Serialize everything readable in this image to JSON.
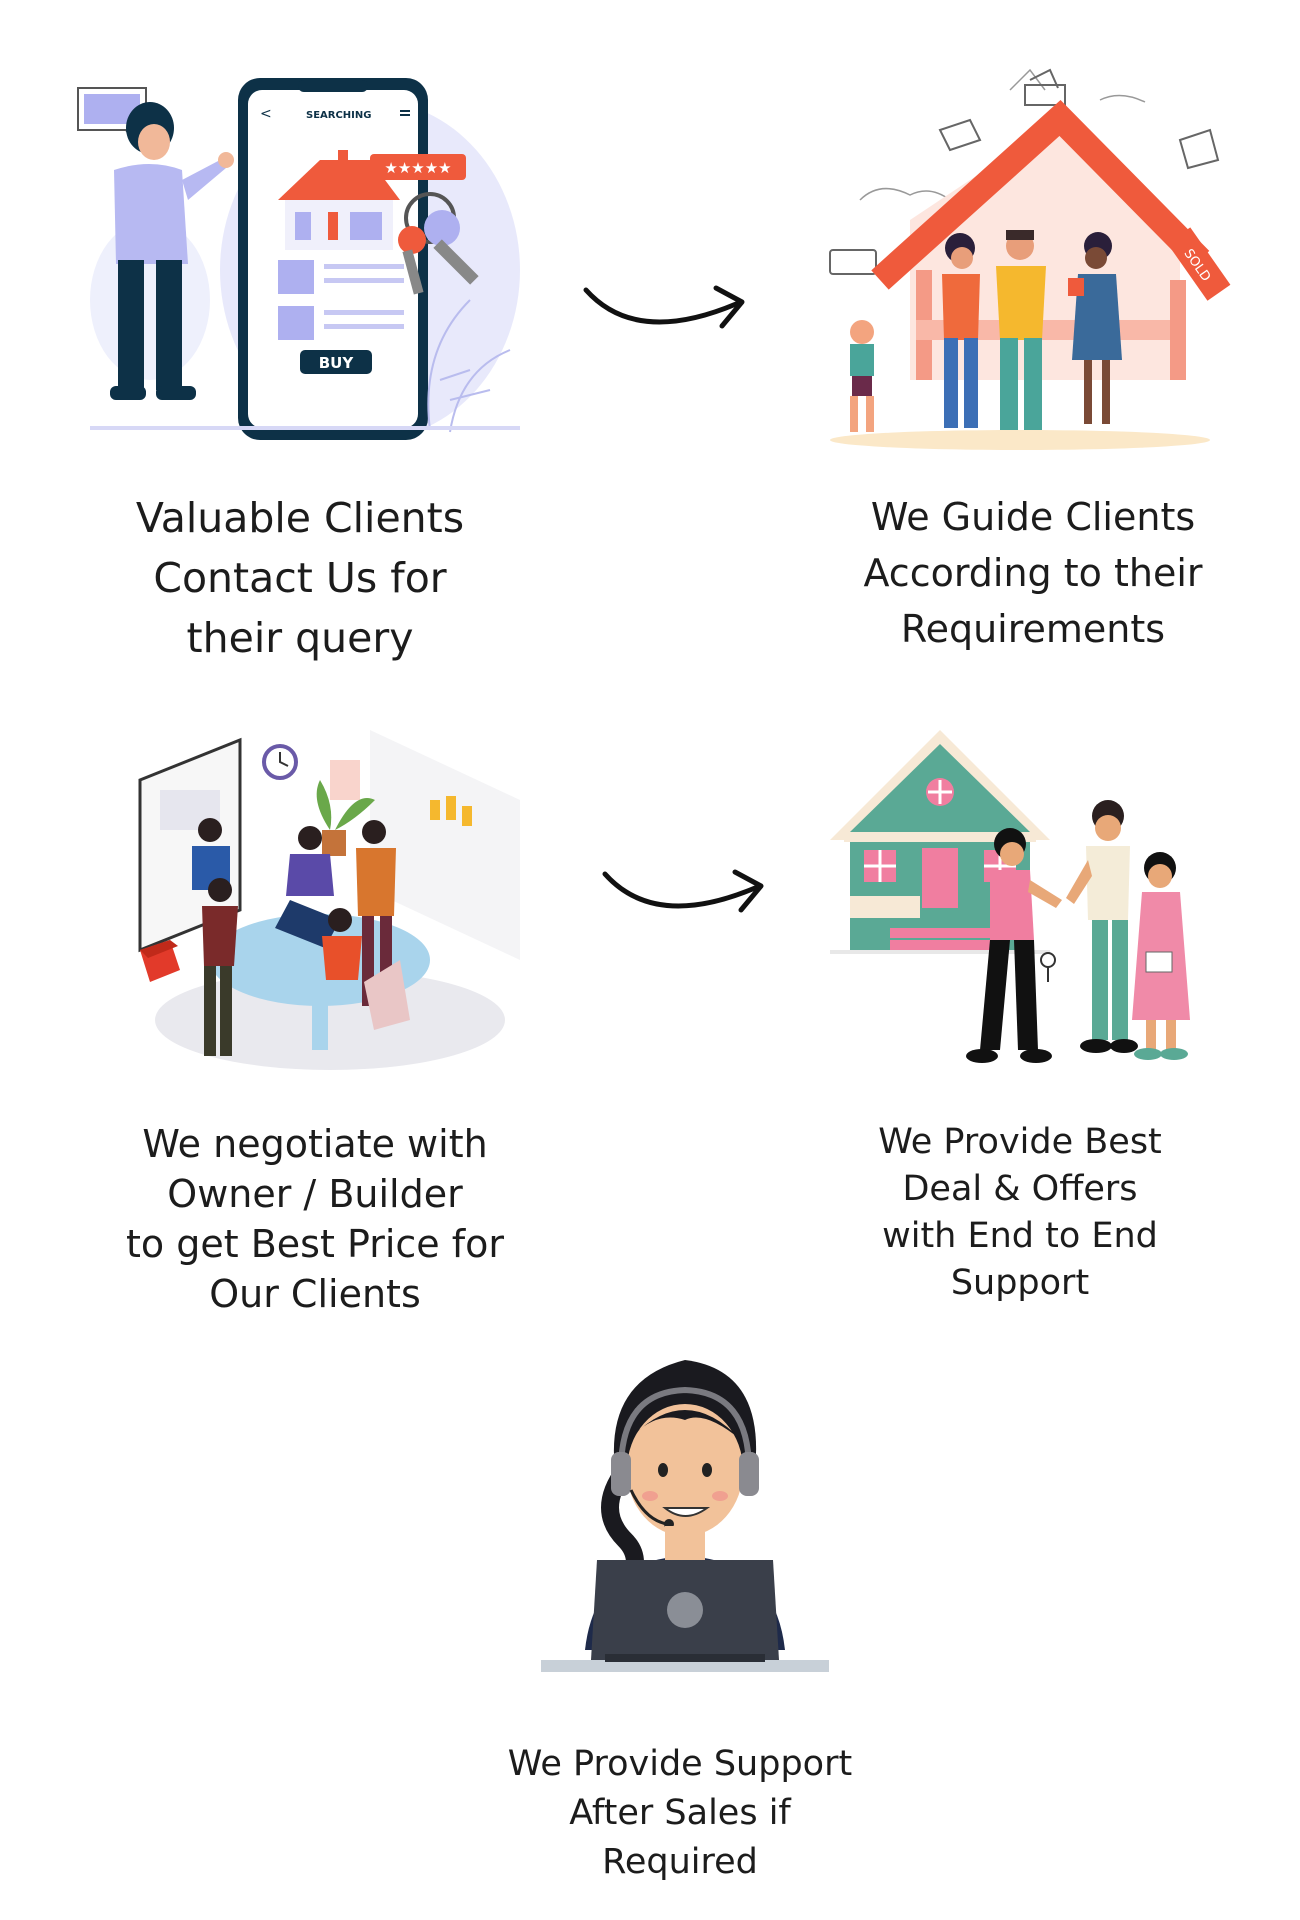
{
  "steps": [
    {
      "id": "contact",
      "lines": [
        "Valuable Clients",
        "Contact Us for",
        "their query"
      ]
    },
    {
      "id": "guide",
      "lines": [
        "We Guide Clients",
        "According to their",
        "Requirements"
      ]
    },
    {
      "id": "negotiate",
      "lines": [
        "We negotiate with",
        "Owner / Builder",
        "to get Best Price for",
        "Our Clients"
      ]
    },
    {
      "id": "deal",
      "lines": [
        "We Provide Best",
        "Deal & Offers",
        "with End to End",
        "Support"
      ]
    },
    {
      "id": "support",
      "lines": [
        "We Provide Support",
        "After Sales if",
        "Required"
      ]
    }
  ],
  "phone": {
    "title": "SEARCHING",
    "button": "BUY",
    "stars": "★★★★★"
  },
  "tag": {
    "text": "SOLD"
  },
  "colors": {
    "navy": "#0d3147",
    "lavender": "#aeb0f0",
    "coral": "#ef5a3c",
    "salmon": "#f49a86",
    "teal": "#5aa995",
    "pink": "#f07ea0",
    "laptop": "#3a3f4a",
    "text": "#1c1c1c"
  },
  "icons": [
    "speech-bubble-icon",
    "arrow-icon",
    "sold-tag-icon",
    "key-icon",
    "clock-icon",
    "headset-icon"
  ]
}
